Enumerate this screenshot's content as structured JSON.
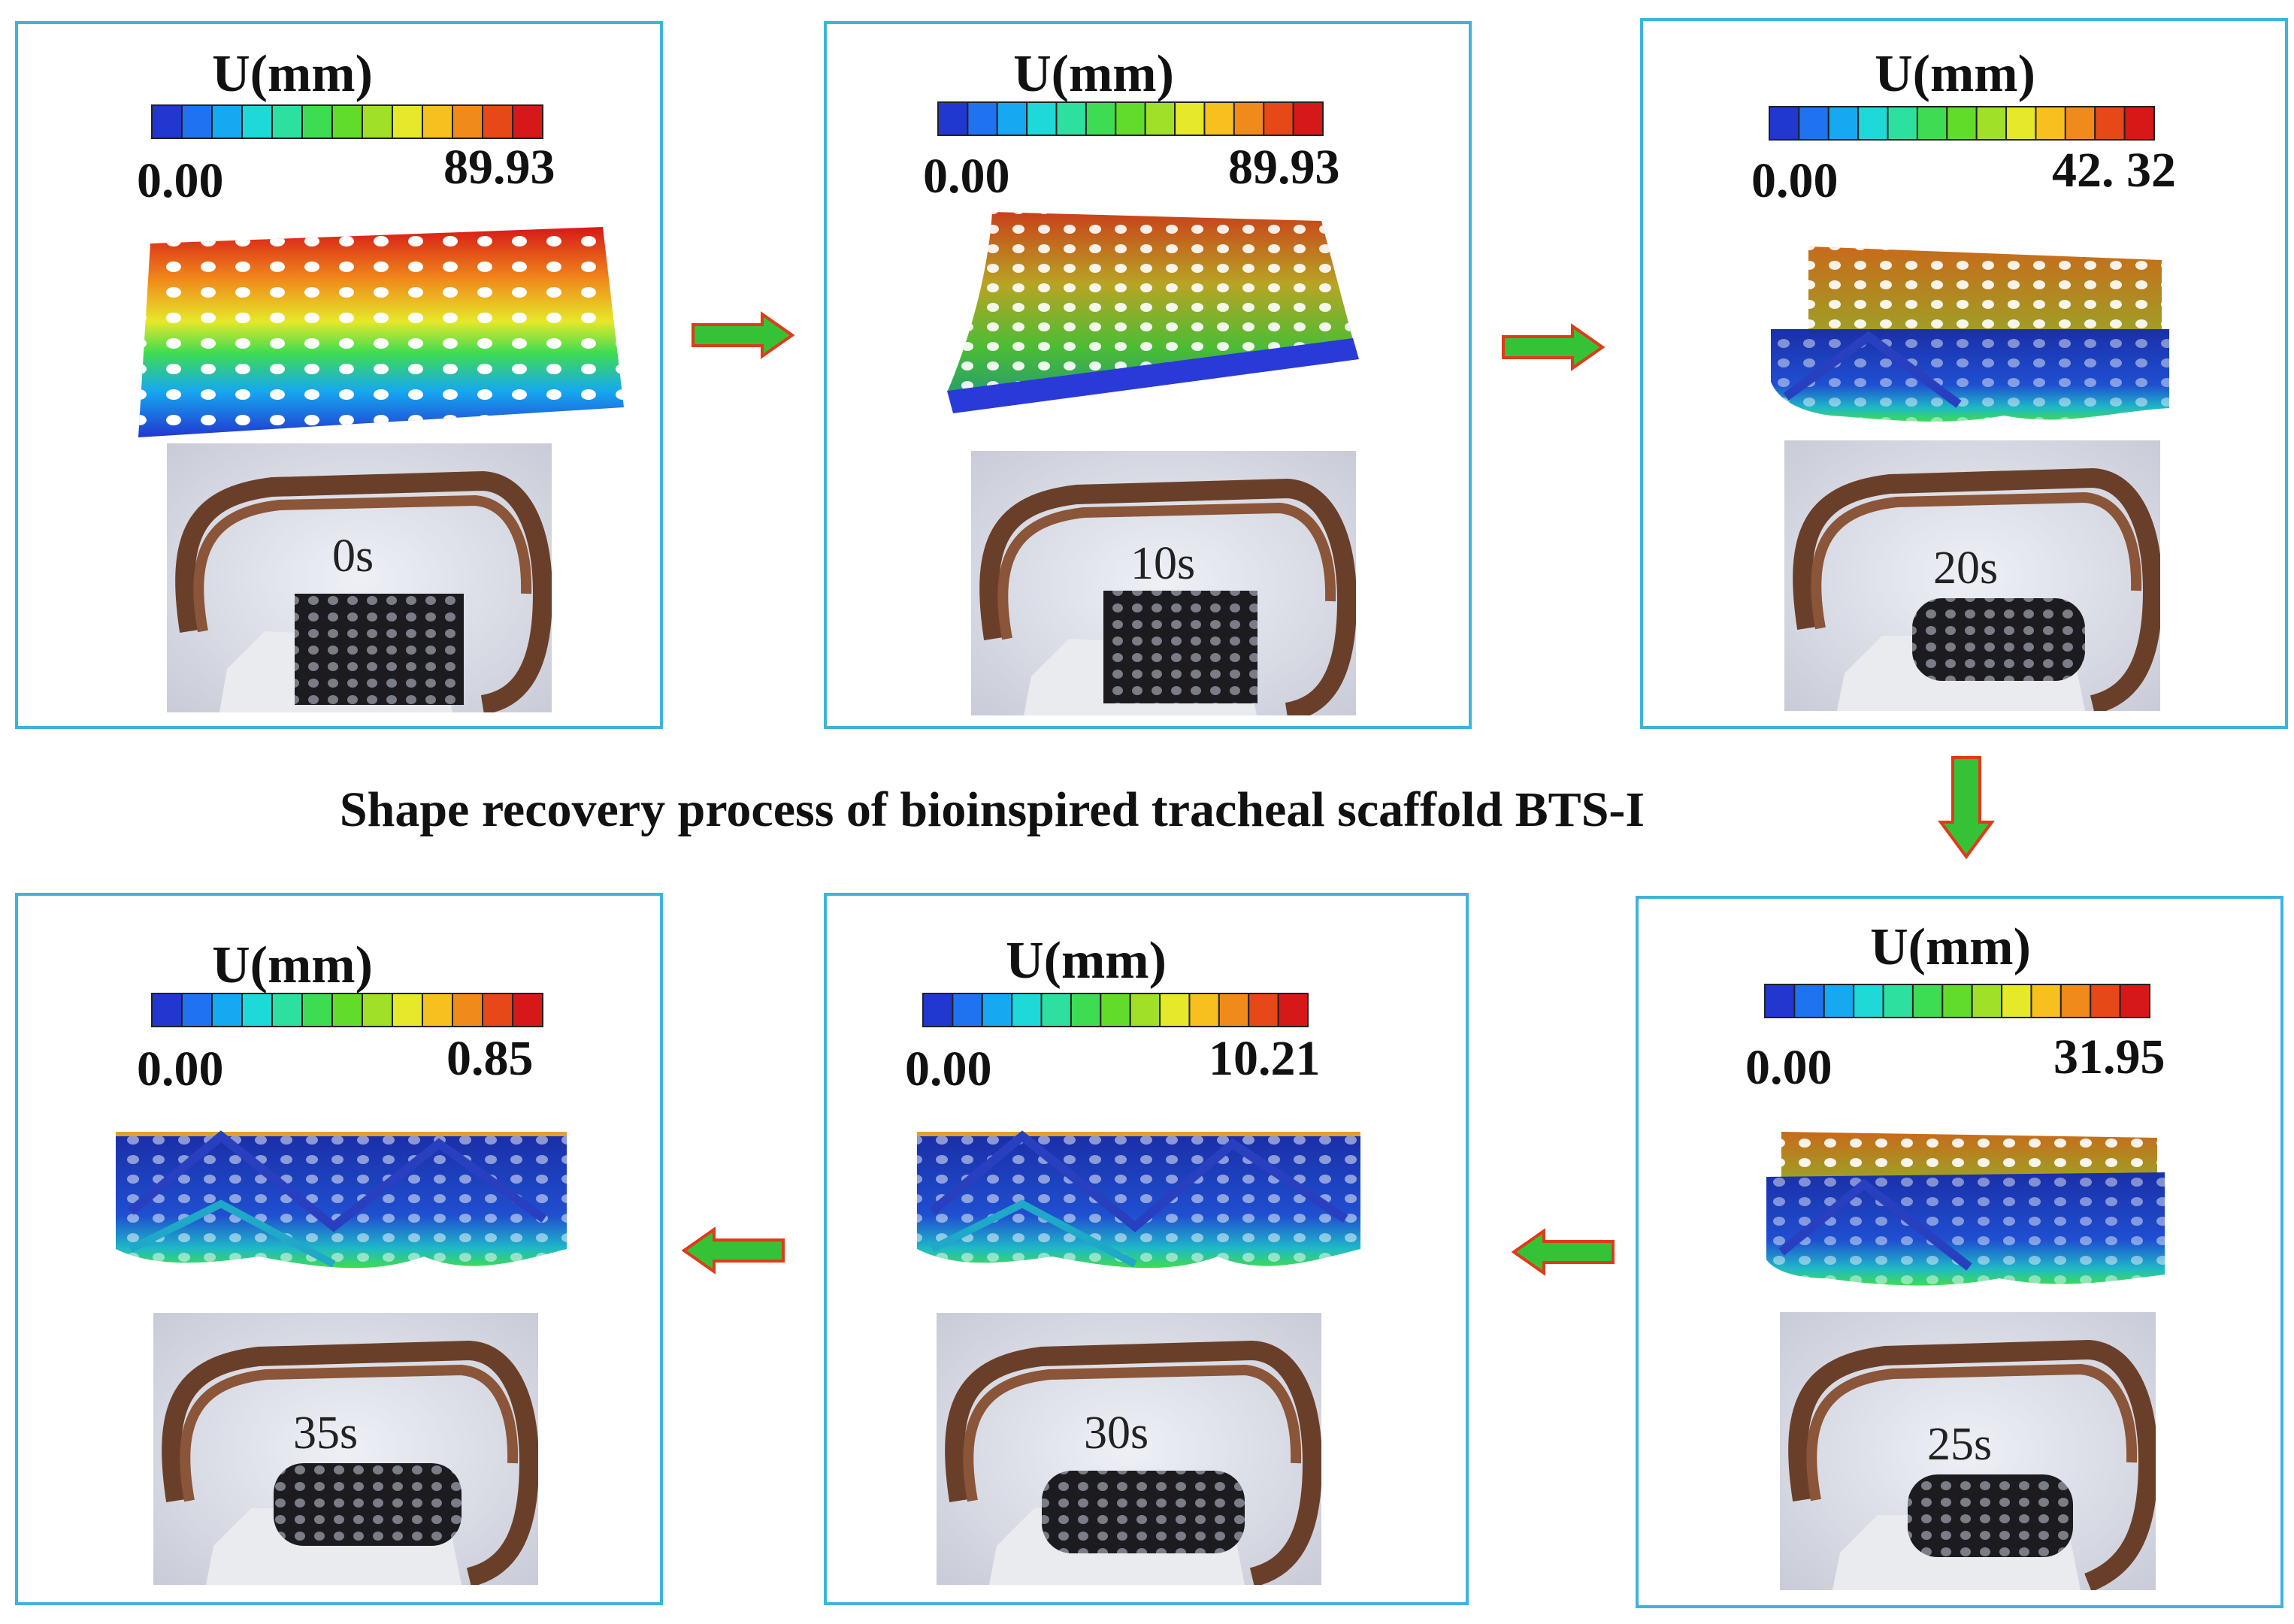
{
  "caption": "Shape recovery process of bioinspired tracheal scaffold BTS-I",
  "legend_colors": [
    "#2236d0",
    "#1f73f0",
    "#16a8f0",
    "#1fd8d8",
    "#2ee0a0",
    "#3edc52",
    "#62dc2a",
    "#a0e028",
    "#e6e82a",
    "#f7c01e",
    "#f08a1a",
    "#e64818",
    "#d61818"
  ],
  "panels": [
    {
      "label": "U(mm)",
      "min": "0.00",
      "max": "89.93",
      "time": "0s"
    },
    {
      "label": "U(mm)",
      "min": "0.00",
      "max": "89.93",
      "time": "10s"
    },
    {
      "label": "U(mm)",
      "min": "0.00",
      "max": "42. 32",
      "time": "20s"
    },
    {
      "label": "U(mm)",
      "min": "0.00",
      "max": "31.95",
      "time": "25s"
    },
    {
      "label": "U(mm)",
      "min": "0.00",
      "max": "10.21",
      "time": "30s"
    },
    {
      "label": "U(mm)",
      "min": "0.00",
      "max": "0.85",
      "time": "35s"
    }
  ]
}
